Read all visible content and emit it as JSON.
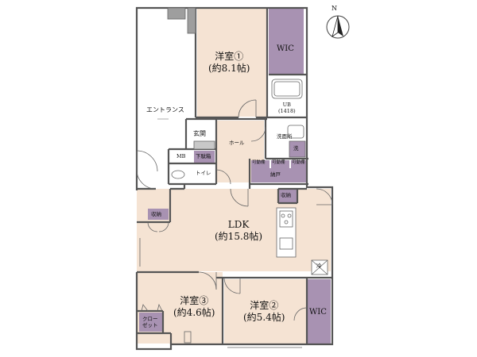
{
  "floor_plan": {
    "compass": {
      "label": "N"
    },
    "rooms": {
      "western1": {
        "name": "洋室①",
        "area": "(約8.1帖)"
      },
      "wic_top": "WIC",
      "ub": {
        "name": "UB",
        "size": "(1418)"
      },
      "entrance_hall": "エントランス",
      "genkan": "玄関",
      "hall": "ホール",
      "washroom": "洗面所",
      "wash": "洗",
      "mb": "MB",
      "shoebox": "下駄箱",
      "toilet": "トイレ",
      "kadou1": "可動棚",
      "kadou2": "可動棚",
      "kadou3": "可動棚",
      "nando": "納戸",
      "storage_left": "収納",
      "storage_right": "収納",
      "ldk": {
        "name": "LDK",
        "area": "(約15.8帖)"
      },
      "fridge": "冷",
      "western3": {
        "name": "洋室③",
        "area": "(約4.6帖)"
      },
      "closet": {
        "line1": "クロー",
        "line2": "ゼット"
      },
      "western2": {
        "name": "洋室②",
        "area": "(約5.4帖)"
      },
      "wic_bottom": "WIC"
    },
    "colors": {
      "room_fill": "#f5e3d3",
      "storage_fill": "#a892b2",
      "wall": "#555555",
      "floor_line": "#9a9a9a"
    }
  }
}
